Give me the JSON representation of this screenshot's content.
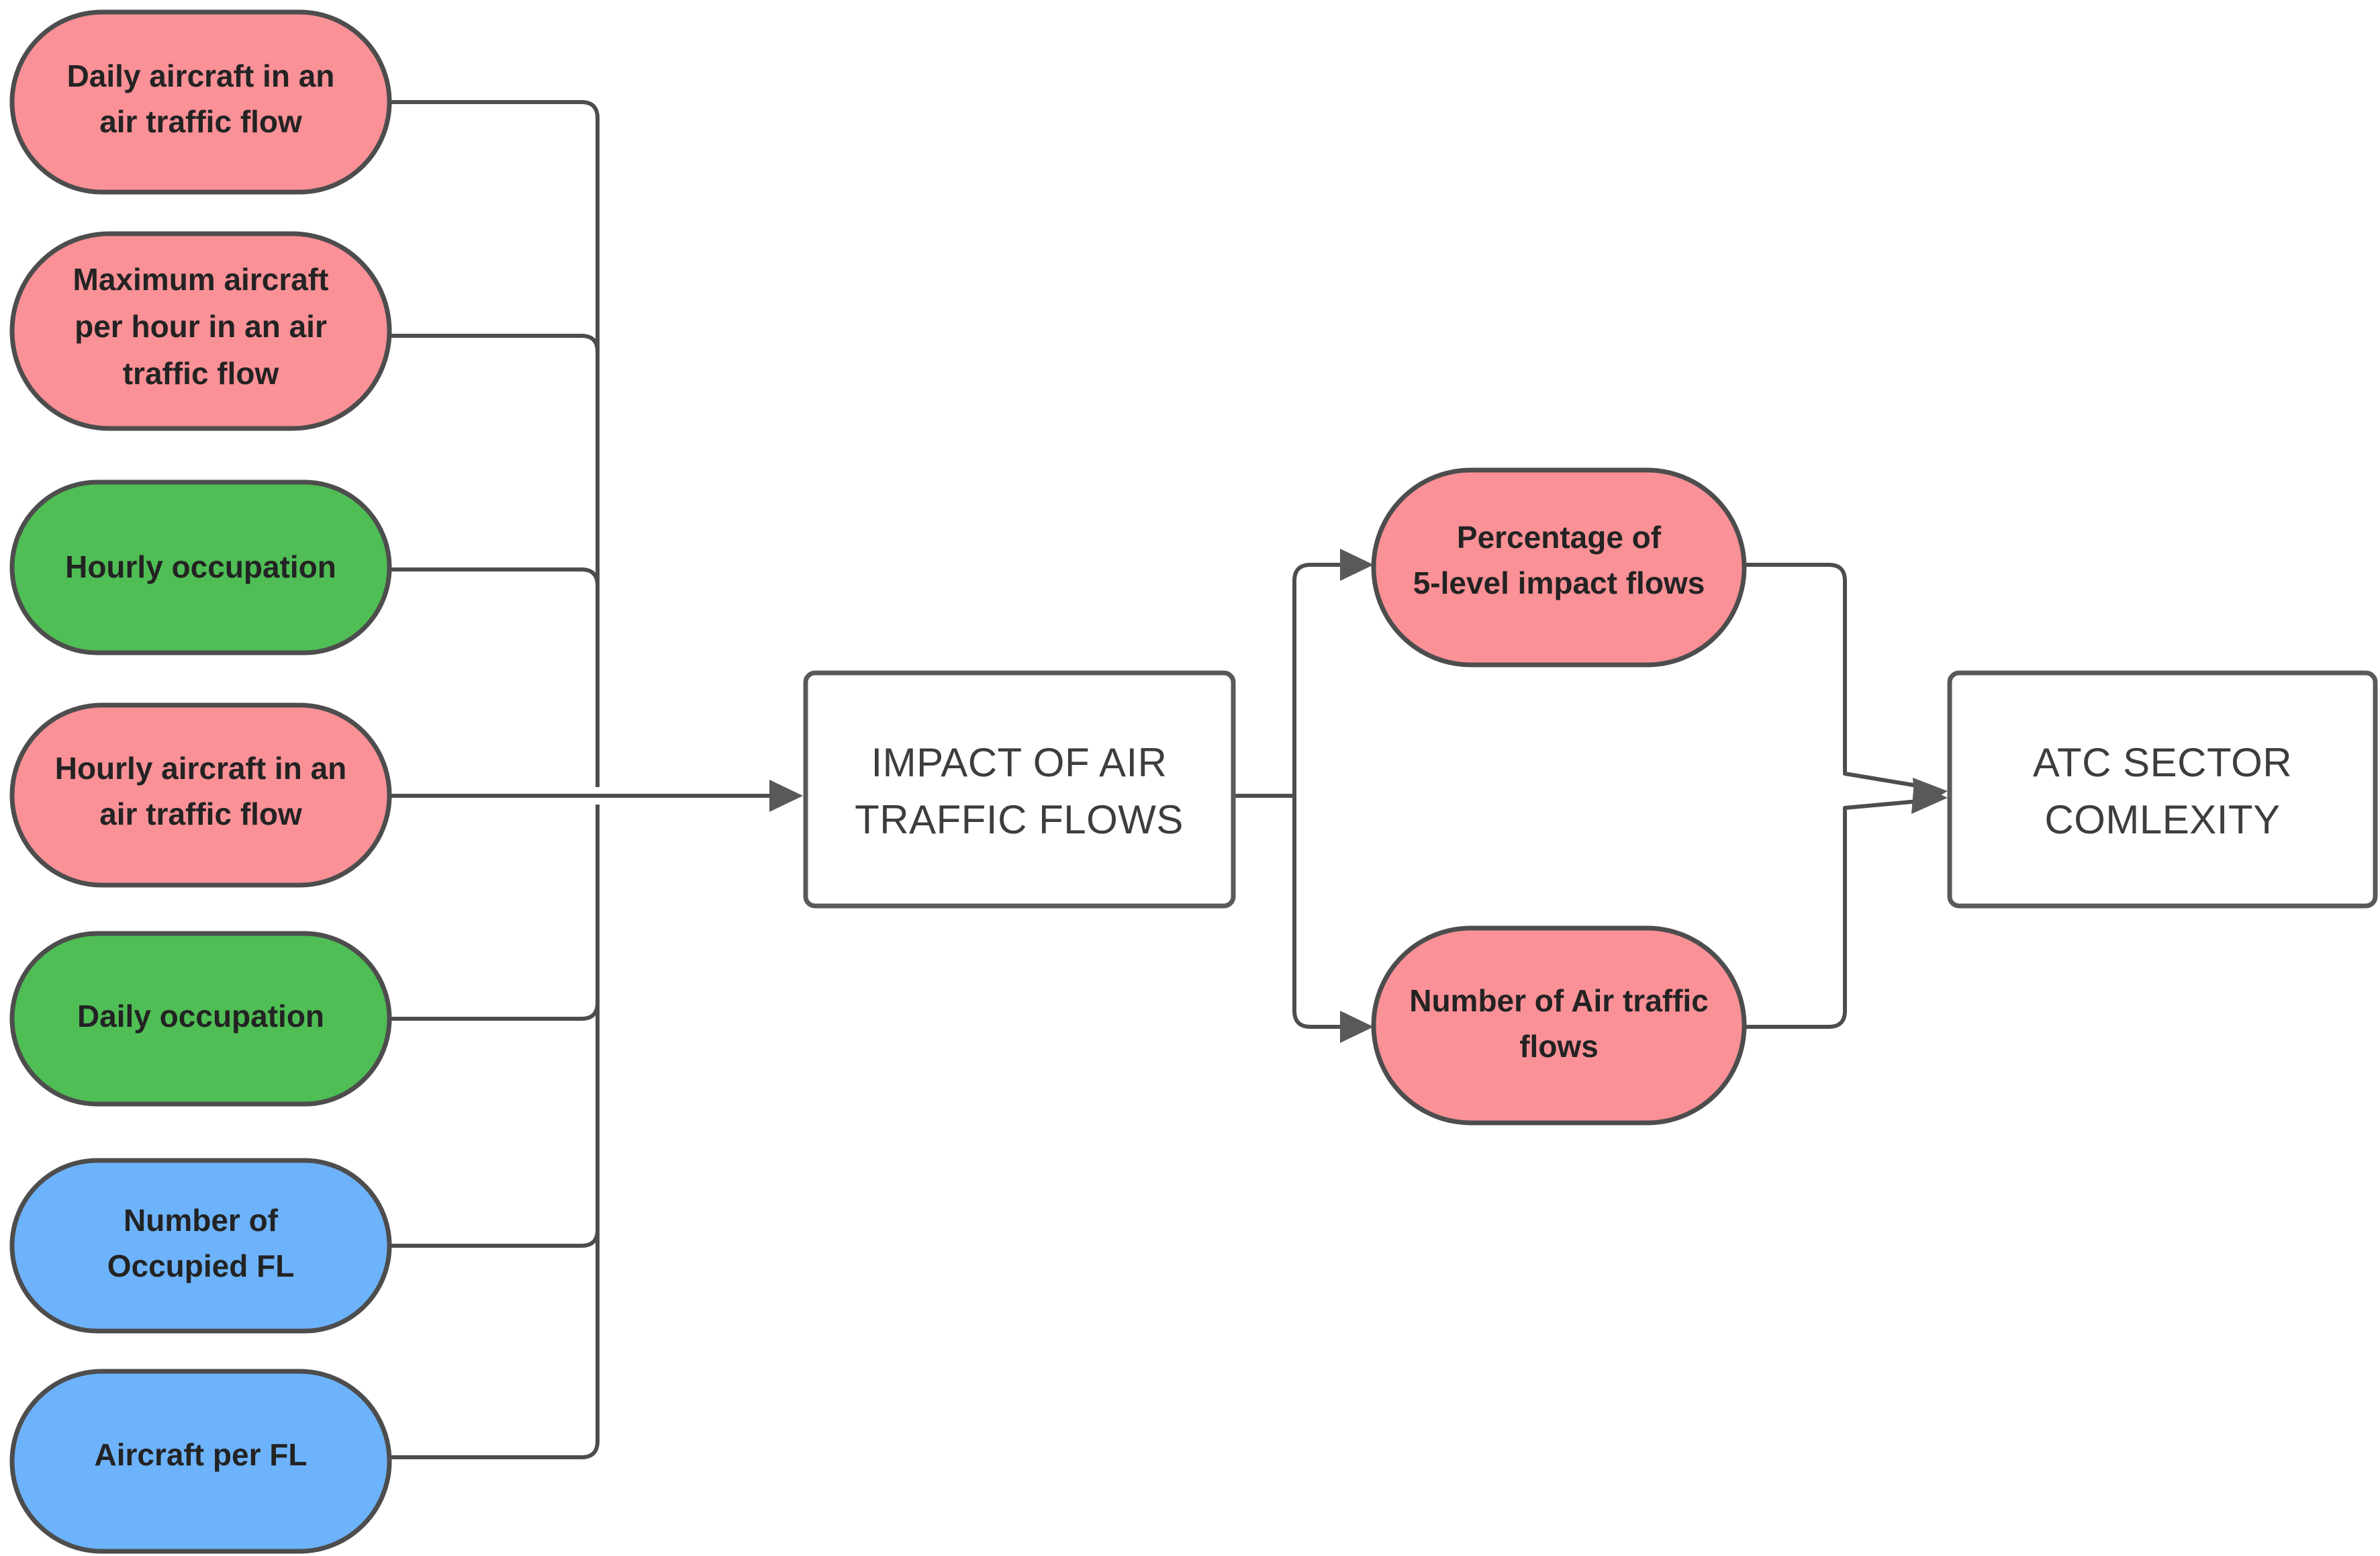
{
  "diagram": {
    "title_text_present": false,
    "colors": {
      "pink": "#fa9197",
      "green": "#4fbe55",
      "blue": "#6db3fb",
      "white": "#ffffff",
      "node_border": "#4d4d4d",
      "plain_border": "#595959",
      "edge": "#4d4d4d",
      "label_dark": "#232323",
      "label_plain": "#3d3d3d",
      "background": "#ffffff"
    },
    "inputs": [
      {
        "id": "daily-aircraft-flow",
        "color": "pink",
        "lines": [
          "Daily aircraft in an",
          "air traffic flow"
        ]
      },
      {
        "id": "max-aircraft-hour-flow",
        "color": "pink",
        "lines": [
          "Maximum aircraft",
          "per hour in an air",
          "traffic flow"
        ]
      },
      {
        "id": "hourly-occupation",
        "color": "green",
        "lines": [
          "Hourly occupation"
        ]
      },
      {
        "id": "hourly-aircraft-flow",
        "color": "pink",
        "lines": [
          "Hourly aircraft in an",
          "air traffic flow"
        ]
      },
      {
        "id": "daily-occupation",
        "color": "green",
        "lines": [
          "Daily occupation"
        ]
      },
      {
        "id": "number-occupied-fl",
        "color": "blue",
        "lines": [
          "Number of",
          "Occupied FL"
        ]
      },
      {
        "id": "aircraft-per-fl",
        "color": "blue",
        "lines": [
          "Aircraft per FL"
        ]
      }
    ],
    "center": {
      "id": "impact-of-air-traffic-flows",
      "lines": [
        "IMPACT OF AIR",
        "TRAFFIC FLOWS"
      ]
    },
    "middle_outputs": [
      {
        "id": "percentage-5-level-impact-flows",
        "color": "pink",
        "lines": [
          "Percentage of",
          "5-level impact flows"
        ]
      },
      {
        "id": "number-of-air-traffic-flows",
        "color": "pink",
        "lines": [
          "Number of Air traffic",
          "flows"
        ]
      }
    ],
    "result": {
      "id": "atc-sector-comlexity",
      "lines": [
        "ATC SECTOR",
        "COMLEXITY"
      ]
    }
  }
}
